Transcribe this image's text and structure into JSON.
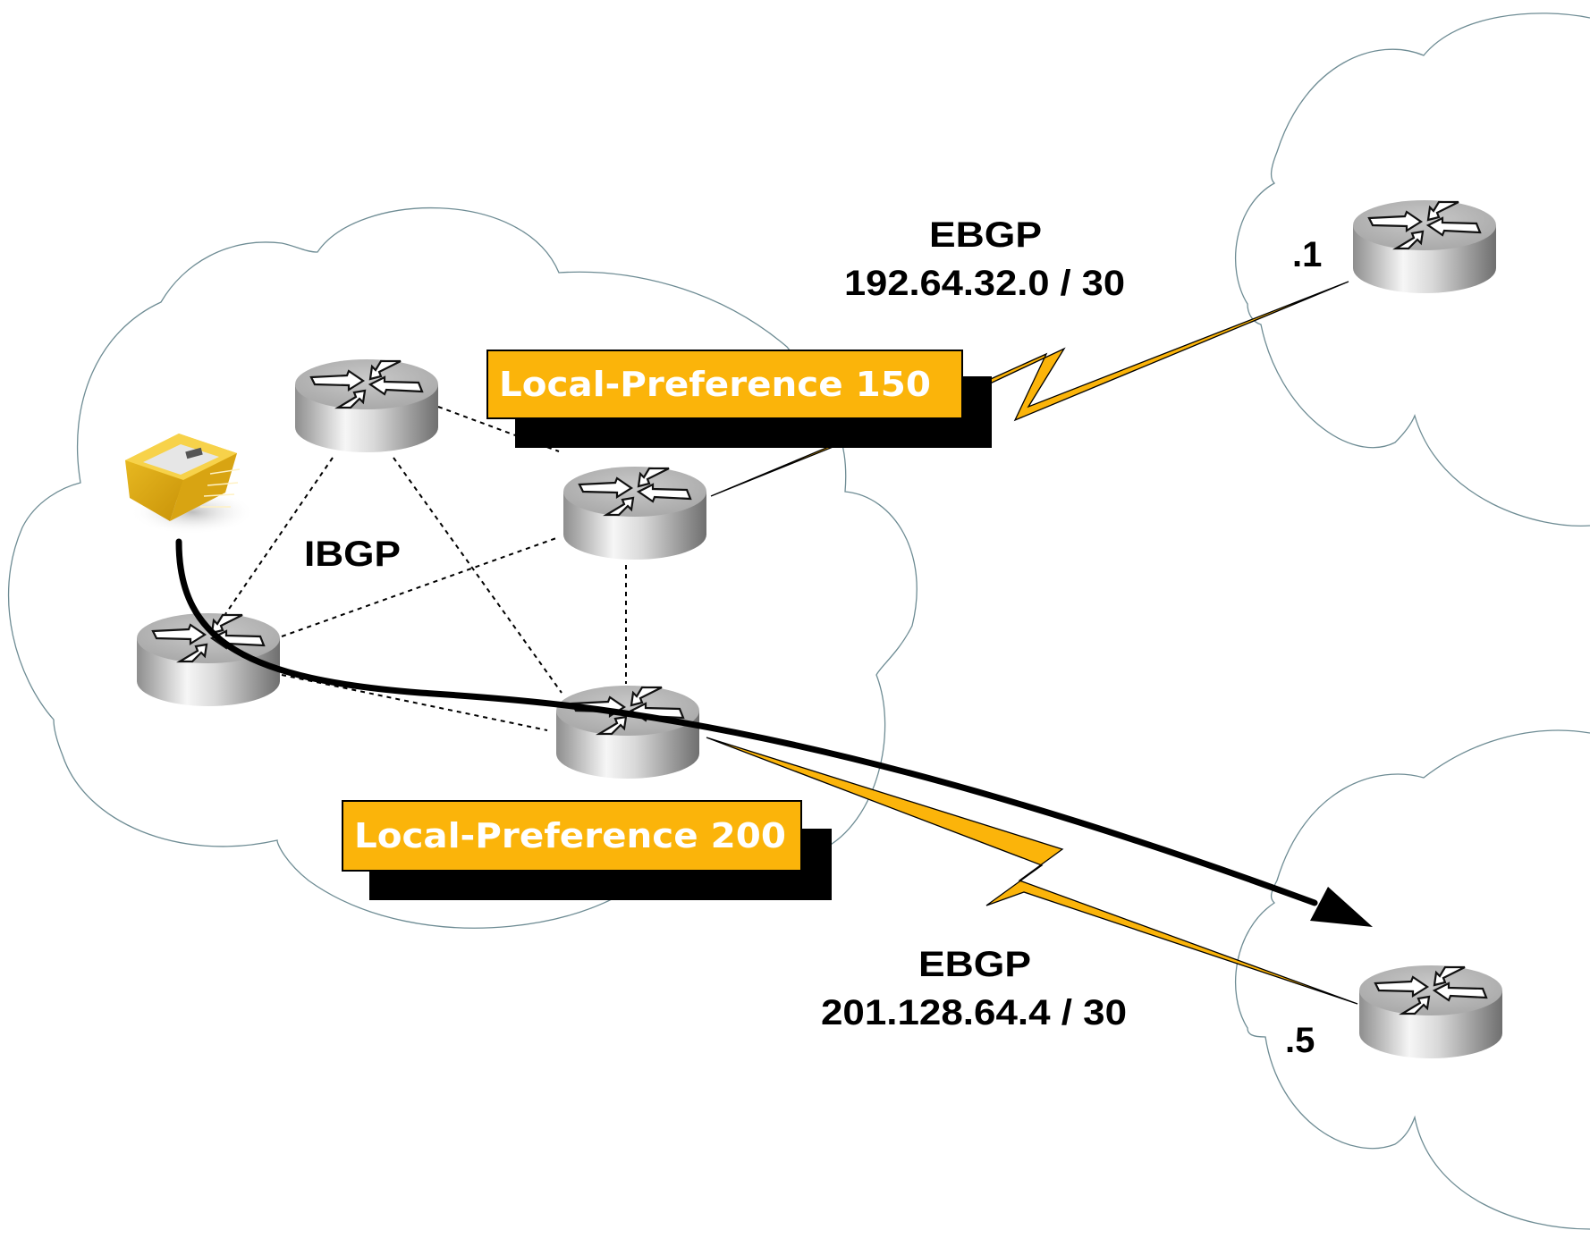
{
  "diagram": {
    "title": "BGP Local-Preference path selection",
    "colors": {
      "accent": "#FBB40A",
      "cloud_outline": "#6E8C94",
      "shadow": "#000000",
      "label_text": "#FFFFFF",
      "text": "#000000"
    },
    "labels": {
      "ibgp": "IBGP",
      "ebgp_top_proto": "EBGP",
      "ebgp_top_subnet": "192.64.32.0 / 30",
      "ebgp_bottom_proto": "EBGP",
      "ebgp_bottom_subnet": "201.128.64.4 / 30",
      "peer_top_host": ".1",
      "peer_bottom_host": ".5"
    },
    "preference_boxes": [
      {
        "text": "Local-Preference 150",
        "value": 150
      },
      {
        "text": "Local-Preference 200",
        "value": 200
      }
    ],
    "nodes": [
      {
        "id": "r-top",
        "type": "router",
        "as": "local"
      },
      {
        "id": "r-right",
        "type": "router",
        "as": "local"
      },
      {
        "id": "r-left",
        "type": "router",
        "as": "local"
      },
      {
        "id": "r-bottom",
        "type": "router",
        "as": "local"
      },
      {
        "id": "peer-top",
        "type": "router",
        "as": "external-1"
      },
      {
        "id": "peer-bottom",
        "type": "router",
        "as": "external-2"
      },
      {
        "id": "packet",
        "type": "data-packet",
        "as": "local"
      }
    ],
    "ibgp_links": [
      [
        "r-top",
        "r-right"
      ],
      [
        "r-top",
        "r-left"
      ],
      [
        "r-top",
        "r-bottom"
      ],
      [
        "r-left",
        "r-right"
      ],
      [
        "r-left",
        "r-bottom"
      ],
      [
        "r-right",
        "r-bottom"
      ]
    ],
    "ebgp_links": [
      {
        "from": "r-right",
        "to": "peer-top",
        "subnet": "192.64.32.0 / 30"
      },
      {
        "from": "r-bottom",
        "to": "peer-bottom",
        "subnet": "201.128.64.4 / 30"
      }
    ],
    "traffic_path": {
      "from": "packet",
      "via": [
        "r-left",
        "r-bottom"
      ],
      "to": "peer-bottom"
    }
  }
}
